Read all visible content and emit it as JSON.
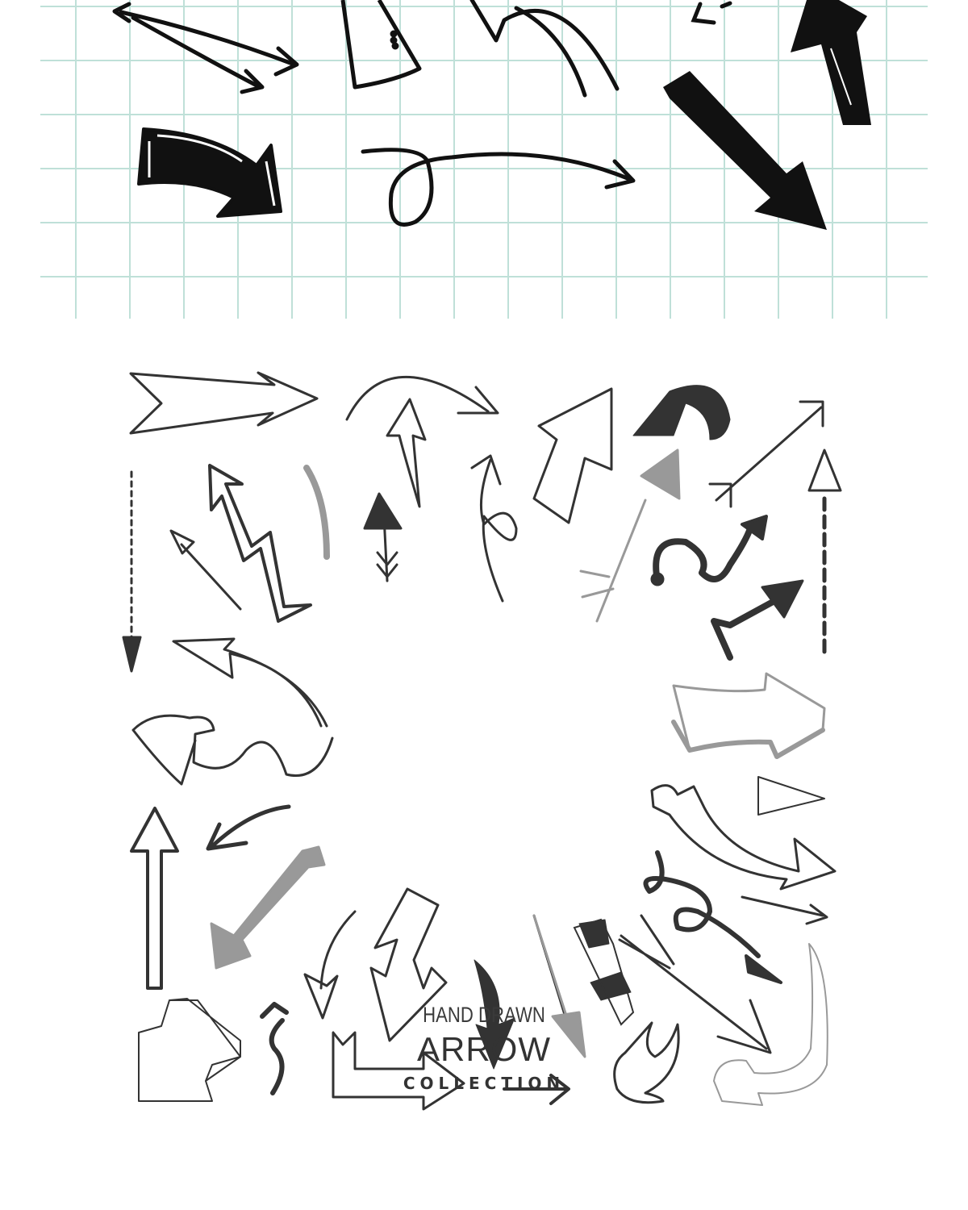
{
  "title": {
    "line1": "HAND DRAWN",
    "line2": "ARROW",
    "line3": "COLLECTION"
  },
  "colors": {
    "grid_line": "#bfe0d8",
    "ink_dark": "#111111",
    "ink_mid": "#333333",
    "ink_gray": "#9a9a9a"
  },
  "icons": {
    "grid_arrows": [
      "double-arrow-icon",
      "cone-arrow-icon",
      "bent-arrow-icon",
      "dotted-arrow-icon",
      "up-arrow-icon",
      "curved-block-arrow-icon",
      "loop-arrow-icon",
      "down-right-arrow-icon"
    ],
    "collection_arrows": [
      "chevron-arrow-icon",
      "arc-arrow-icon",
      "outline-up-arrow-icon",
      "hook-arrow-icon",
      "diagonal-arrow-icon",
      "zigzag-arrow-icon",
      "dashed-arrow-icon",
      "squiggle-arrow-icon",
      "3d-arrow-icon",
      "lightning-arrow-icon",
      "feather-arrow-icon"
    ]
  }
}
